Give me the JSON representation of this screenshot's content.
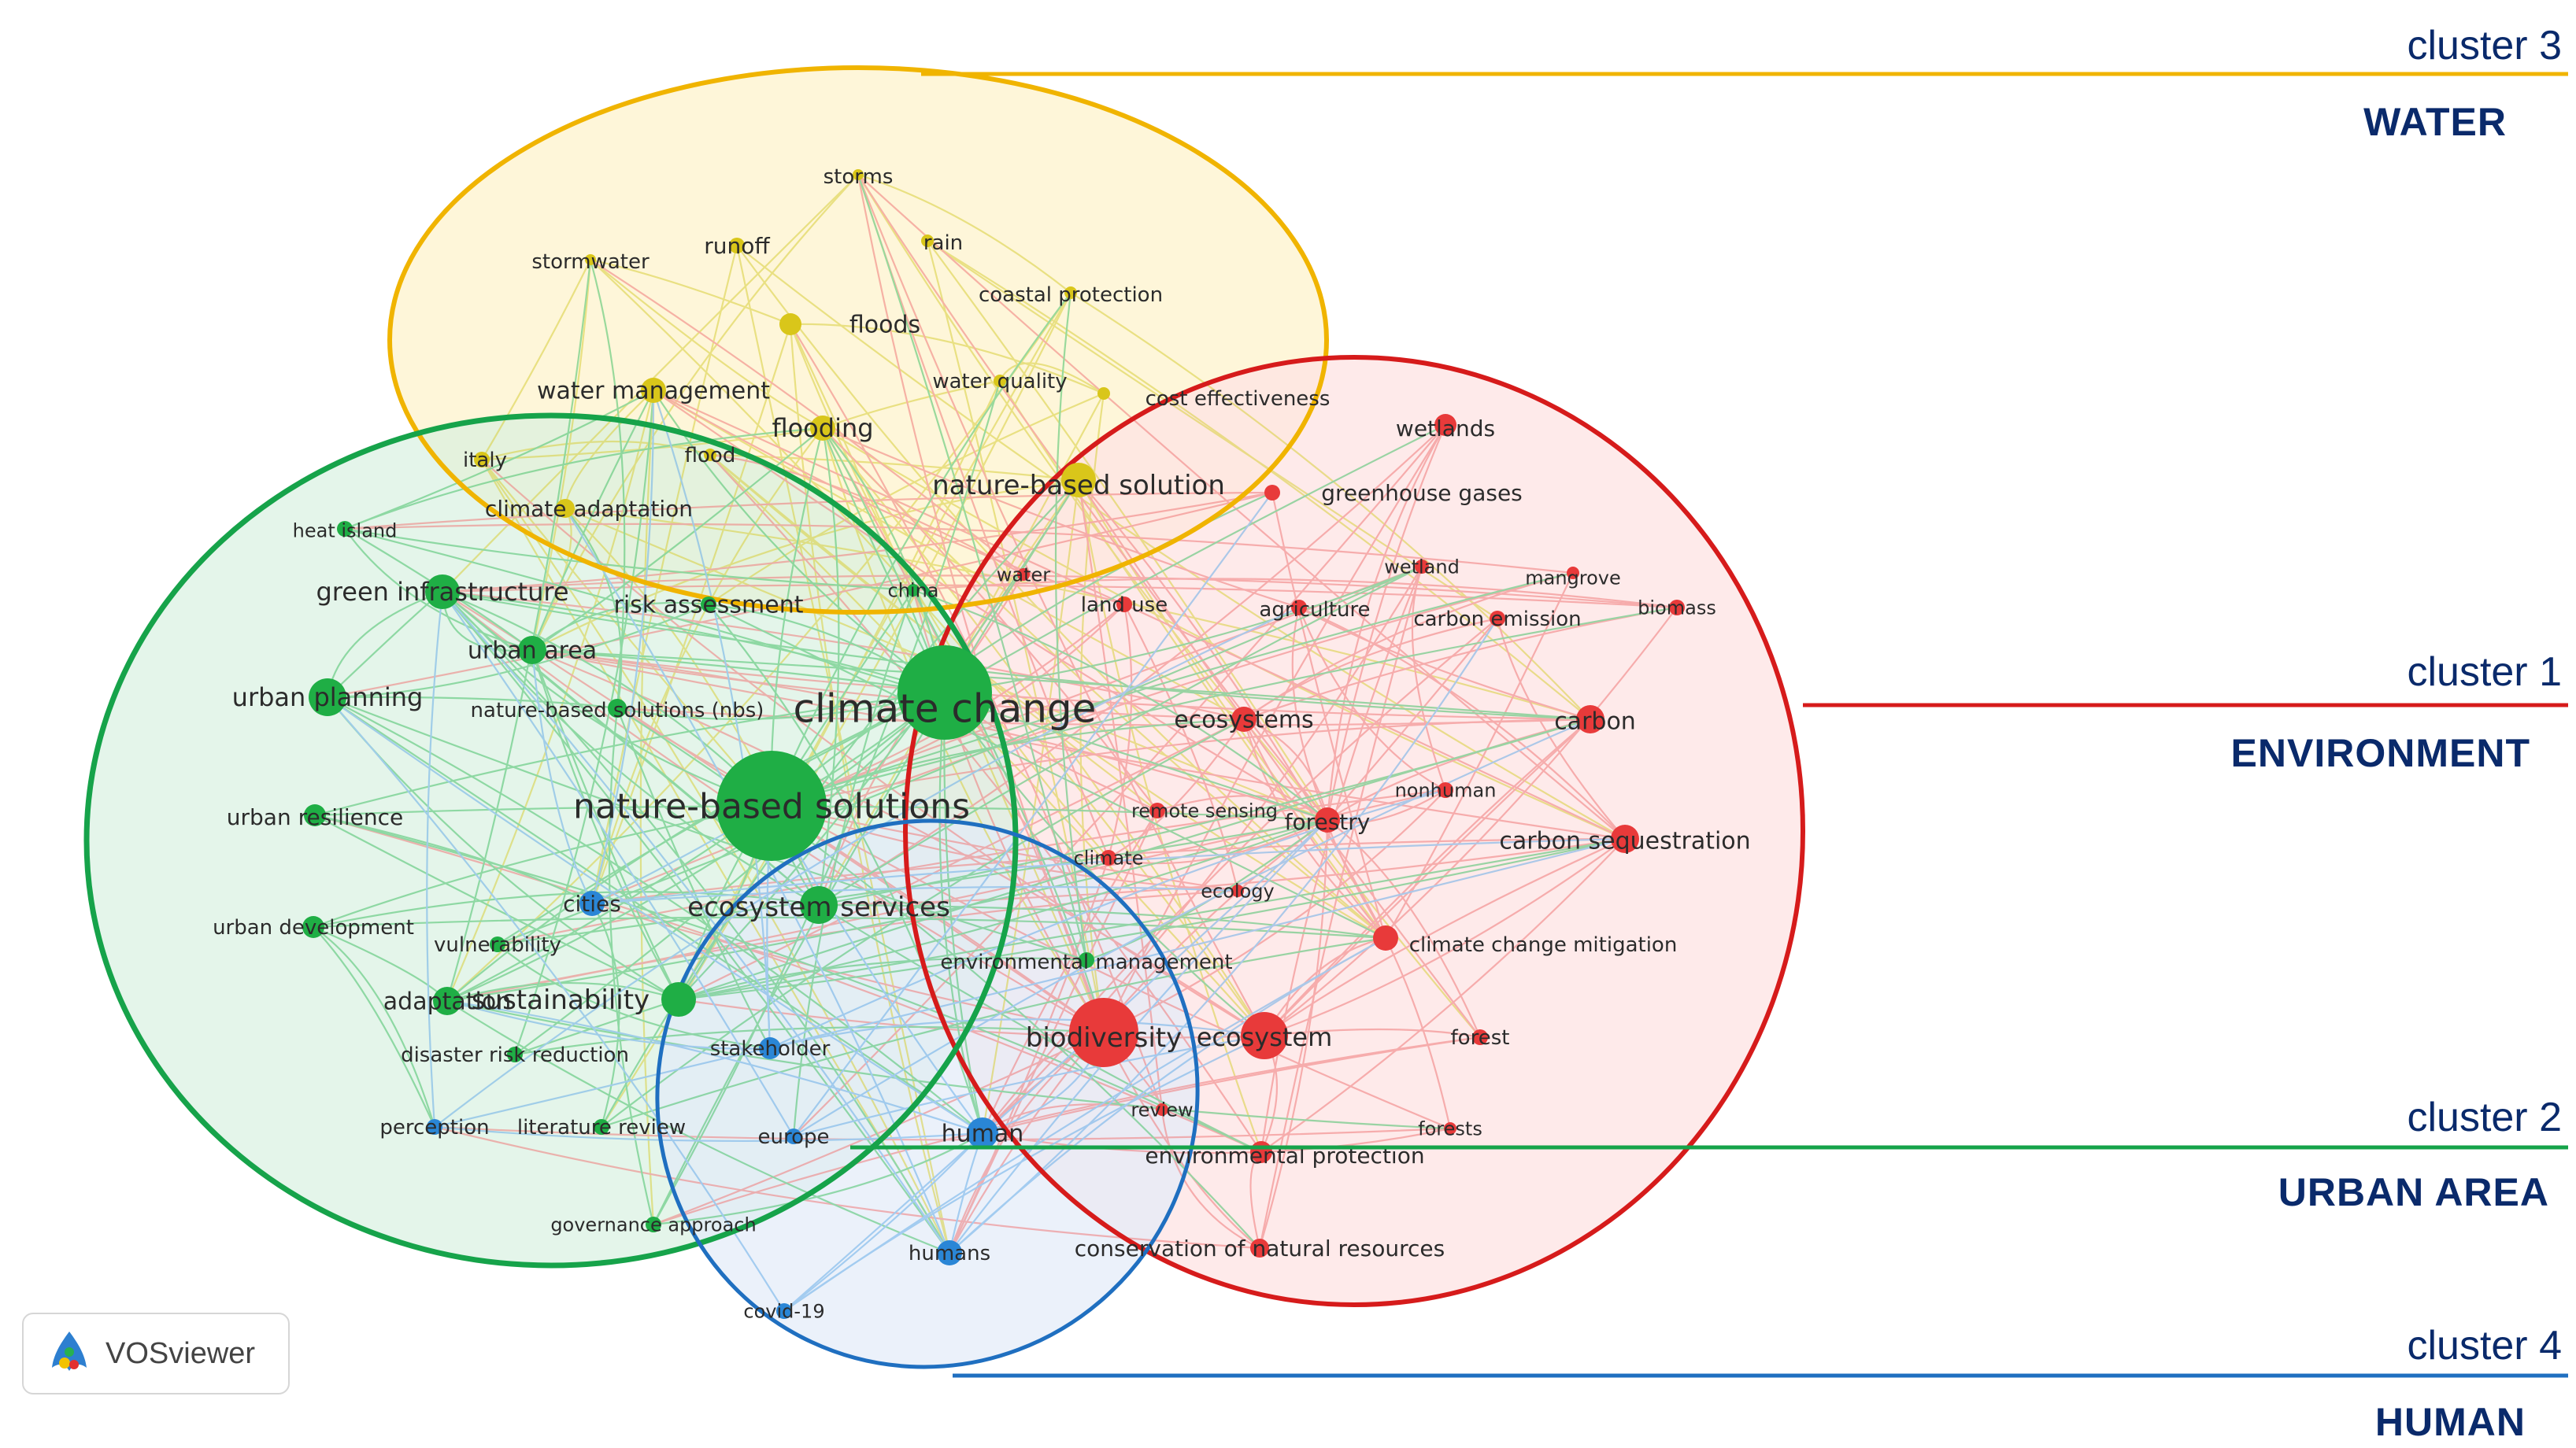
{
  "branding": {
    "logo_text": "VOSviewer",
    "logo_icon": "vosviewer-logo-icon"
  },
  "clusters": [
    {
      "id": "cluster-1",
      "label": "cluster 1",
      "name": "ENVIRONMENT",
      "color": "#e02020",
      "fill": "#fde3e3"
    },
    {
      "id": "cluster-2",
      "label": "cluster 2",
      "name": "URBAN AREA",
      "color": "#18a84a",
      "fill": "#d6f0de"
    },
    {
      "id": "cluster-3",
      "label": "cluster 3",
      "name": "WATER",
      "color": "#f0b400",
      "fill": "#fdf3cc"
    },
    {
      "id": "cluster-4",
      "label": "cluster 4",
      "name": "HUMAN",
      "color": "#1f6fc0",
      "fill": "#e2ebf8"
    }
  ],
  "keywords": {
    "water": [
      "storms",
      "stormwater",
      "runoff",
      "rain",
      "coastal protection",
      "floods",
      "water management",
      "water quality",
      "cost effectiveness",
      "flooding",
      "italy",
      "flood",
      "nature-based solution",
      "climate adaptation"
    ],
    "environment": [
      "wetlands",
      "greenhouse gases",
      "wetland",
      "mangrove",
      "biomass",
      "land use",
      "agriculture",
      "carbon emission",
      "ecosystems",
      "carbon",
      "nonhuman",
      "remote sensing",
      "forestry",
      "carbon sequestration",
      "climate",
      "ecology",
      "climate change mitigation",
      "biodiversity",
      "ecosystem",
      "forest",
      "review",
      "forests",
      "environmental protection",
      "conservation of natural resources",
      "water"
    ],
    "urban": [
      "heat island",
      "green infrastructure",
      "risk assessment",
      "china",
      "urban area",
      "urban planning",
      "nature-based solutions (nbs)",
      "climate change",
      "urban resilience",
      "nature-based solutions",
      "ecosystem services",
      "urban development",
      "vulnerability",
      "adaptation",
      "sustainability",
      "disaster risk reduction",
      "literature review",
      "governance approach",
      "environmental management"
    ],
    "human": [
      "cities",
      "stakeholder",
      "perception",
      "europe",
      "human",
      "humans",
      "covid-19"
    ]
  }
}
